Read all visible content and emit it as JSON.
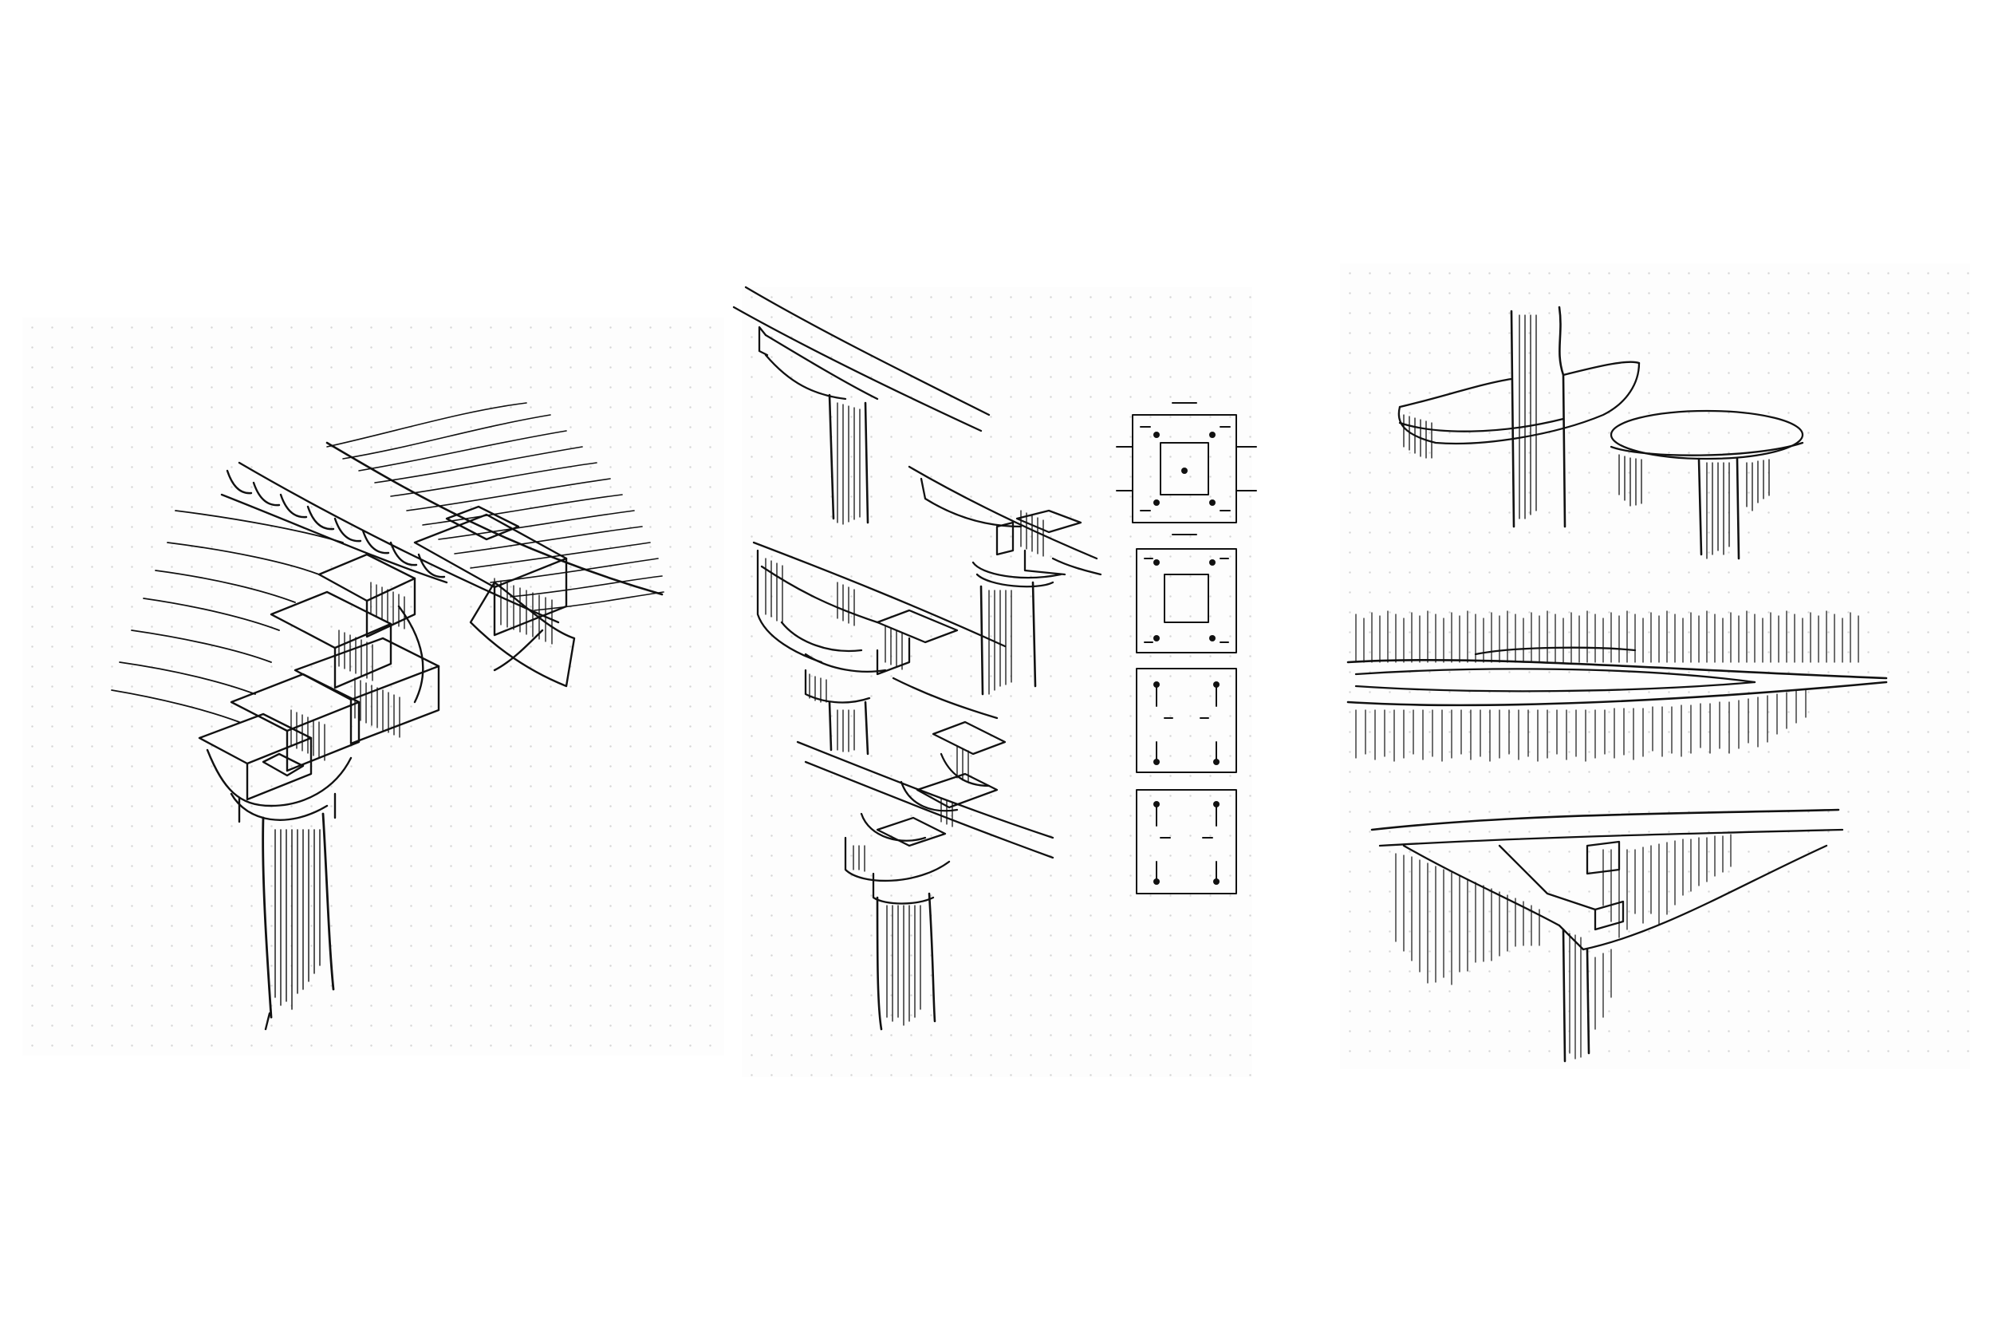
{
  "image": {
    "kind": "ink-sketch",
    "ink_color": "#111111",
    "paper_color": "#fdfdfd",
    "dot_grid_color": "#d6d6d6"
  },
  "panels": [
    {
      "name": "bracket-cluster-column-perspective"
    },
    {
      "name": "bracket-column-studies-and-plan-squares"
    },
    {
      "name": "capital-and-beam-studies"
    }
  ]
}
